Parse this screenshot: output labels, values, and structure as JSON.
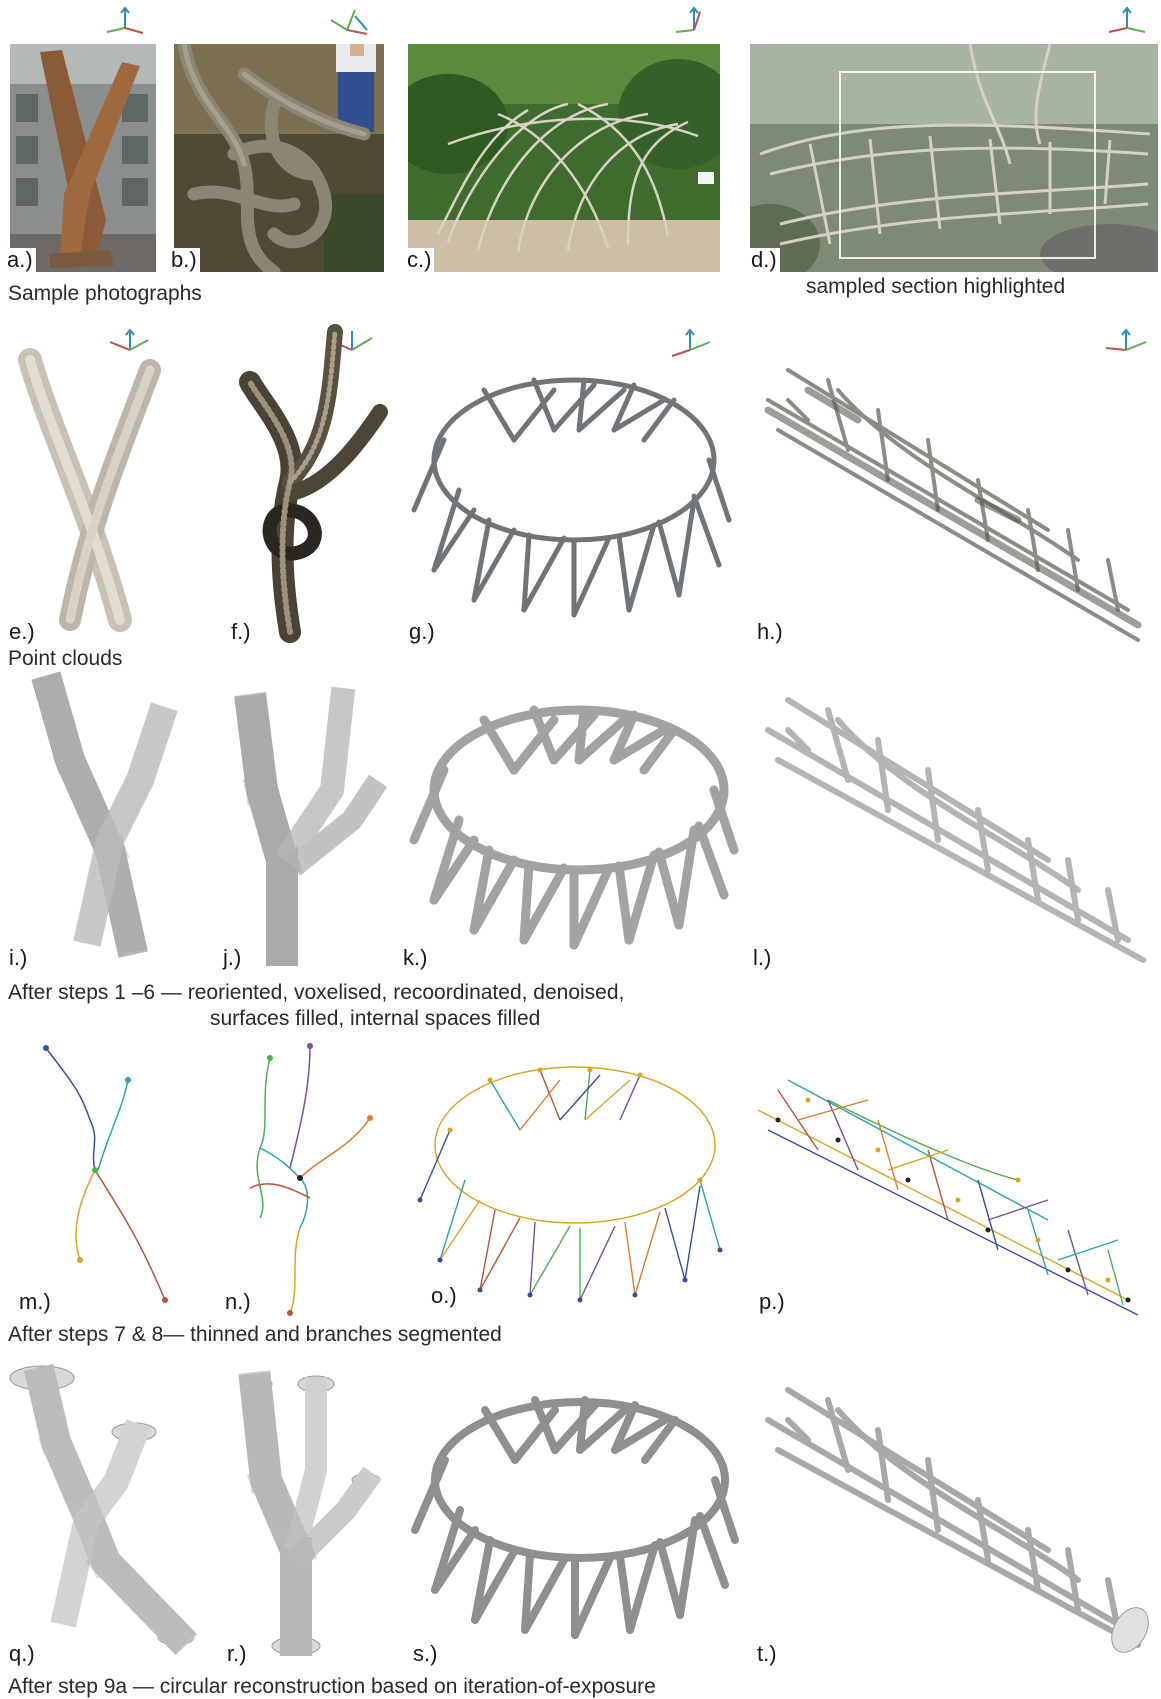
{
  "panels": {
    "a": "a.)",
    "b": "b.)",
    "c": "c.)",
    "d": "d.)",
    "e": "e.)",
    "f": "f.)",
    "g": "g.)",
    "h": "h.)",
    "i": "i.)",
    "j": "j.)",
    "k": "k.)",
    "l": "l.)",
    "m": "m.)",
    "n": "n.)",
    "o": "o.)",
    "p": "p.)",
    "q": "q.)",
    "r": "r.)",
    "s": "s.)",
    "t": "t.)"
  },
  "captions": {
    "row1": "Sample photographs",
    "row1_d": "sampled section highlighted",
    "row2": "Point clouds",
    "row3_line1": "After steps 1 –6 — reoriented, voxelised, recoordinated, denoised,",
    "row3_line2": "surfaces filled, internal spaces filled",
    "row4": "After steps 7 & 8— thinned and branches segmented",
    "row5": "After step 9a — circular reconstruction based on iteration-of-exposure"
  },
  "colors": {
    "axis_blue": "#2e8bc0",
    "axis_green": "#5fae4f",
    "axis_red": "#c0504d",
    "segment_palette": [
      "#3b4c9b",
      "#2aa6a6",
      "#d9a520",
      "#b5563b",
      "#7b4f9e",
      "#4caf50",
      "#e07b2a"
    ]
  }
}
